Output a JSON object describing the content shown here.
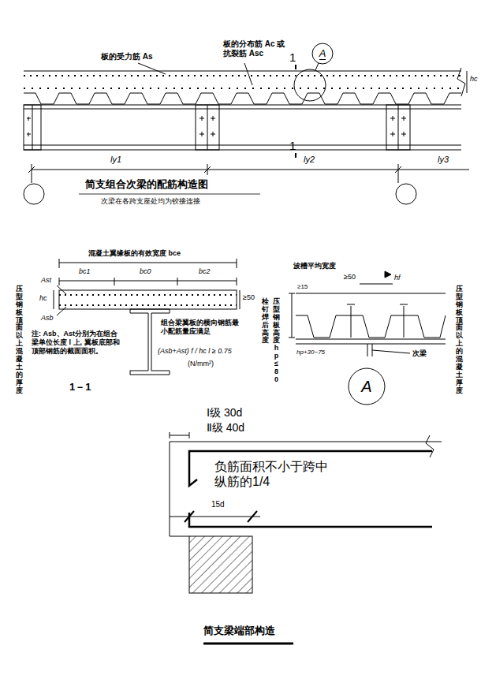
{
  "diagram": {
    "nodes": [
      {
        "text": [
          "A"
        ]
      },
      {
        "text": [
          "A"
        ]
      }
    ],
    "labels": [
      "板的受力筋 As",
      "板的分布筋 Ac 或抗裂筋 Asc",
      "1",
      "1",
      "hc",
      "ly1",
      "ly2",
      "ly3",
      "简支组合次梁的配筋构造图",
      "次梁在各跨支座处均为铰接连接",
      "混凝土翼缘板的有效宽度 bce",
      "bc1",
      "bc0",
      "bc2",
      "Ast",
      "Asb",
      "hc",
      "≥50",
      "压型钢板顶面以上混凝土的厚度",
      "注: Asb、Ast分别为在组合梁单位长度 l 上, 翼板底部和顶部钢筋的截面面积。",
      "组合梁翼板的横向钢筋最小配筋量应满足",
      "(Asb+Ast) f / hc l ≥ 0.75",
      "(N/mm²)",
      "1－1",
      "波槽平均宽度",
      "≥50",
      "hf",
      "栓钉焊后高度",
      "压型钢板高度hp≤80",
      "hp+30~75",
      "≥15",
      "次梁",
      "压型钢板顶面以上的混凝土厚度",
      "Ⅰ级 30d",
      "Ⅱ级 40d",
      "负筋面积不小于跨中纵筋的1/4",
      "15d",
      "简支梁端部构造"
    ]
  }
}
